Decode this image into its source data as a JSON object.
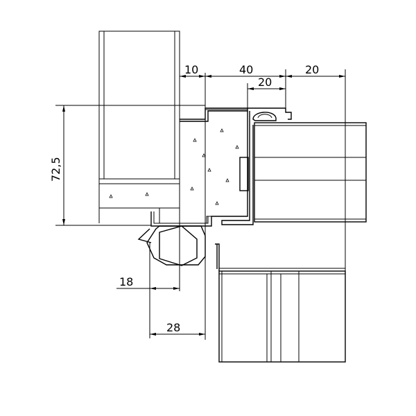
{
  "drawing": {
    "dimensions": {
      "d10": "10",
      "d40": "40",
      "d20_top": "20",
      "d20_inner": "20",
      "d72_5": "72,5",
      "d18": "18",
      "d28": "28"
    }
  }
}
